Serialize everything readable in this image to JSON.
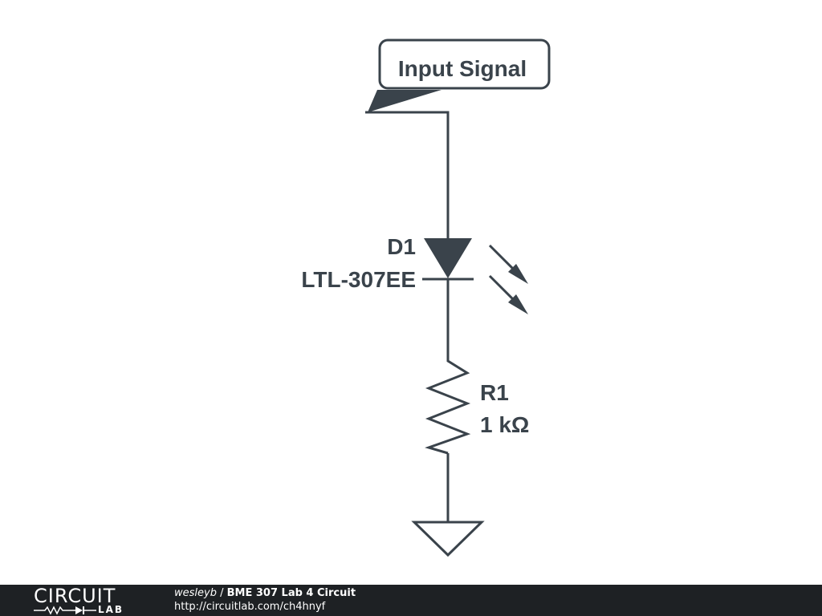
{
  "schematic": {
    "signal_label": "Input Signal",
    "diode": {
      "ref": "D1",
      "part": "LTL-307EE"
    },
    "resistor": {
      "ref": "R1",
      "value": "1 kΩ"
    },
    "colors": {
      "stroke": "#3a434b",
      "background": "#ffffff"
    }
  },
  "footer": {
    "logo_top": "CIRCUIT",
    "logo_bottom": "LAB",
    "author": "wesleyb",
    "separator": " / ",
    "title": "BME 307 Lab 4 Circuit",
    "url": "http://circuitlab.com/ch4hnyf",
    "colors": {
      "background": "#1e2124",
      "text": "#ffffff"
    }
  }
}
